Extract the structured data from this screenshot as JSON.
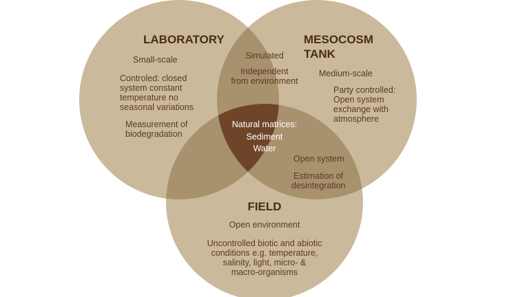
{
  "colors": {
    "circle_fill": "#cbb99b",
    "pair_overlap": "#a8916d",
    "triple_overlap": "#6f4529",
    "text": "#5a3a24",
    "title": "#4a2c18"
  },
  "laboratory": {
    "title": "LABORATORY",
    "scale": "Small-scale",
    "control": [
      "Controled: closed",
      "system constant",
      "temperature no",
      "seasonal variations"
    ],
    "measurement": [
      "Measurement of",
      "biodegradation"
    ]
  },
  "mesocosm": {
    "title": [
      "MESOCOSM",
      "TANK"
    ],
    "scale": "Medium-scale",
    "control": [
      "Party controlled:",
      "Open system",
      "exchange with",
      "atmosphere"
    ]
  },
  "field": {
    "title": "FIELD",
    "environment": "Open environment",
    "conditions": [
      "Uncontrolled biotic and abiotic",
      "conditions e.g. temperature,",
      "salinity, light, micro- &",
      "macro-organisms"
    ]
  },
  "lab_meso_overlap": {
    "simulated": "Simulated",
    "independent": [
      "Independent",
      "from environment"
    ]
  },
  "meso_field_overlap": {
    "open_system": "Open system",
    "estimation": [
      "Estimation of",
      "desintegration"
    ]
  },
  "center": {
    "matrices": "Natural matrices:",
    "sediment": "Sediment",
    "water": "Water"
  }
}
